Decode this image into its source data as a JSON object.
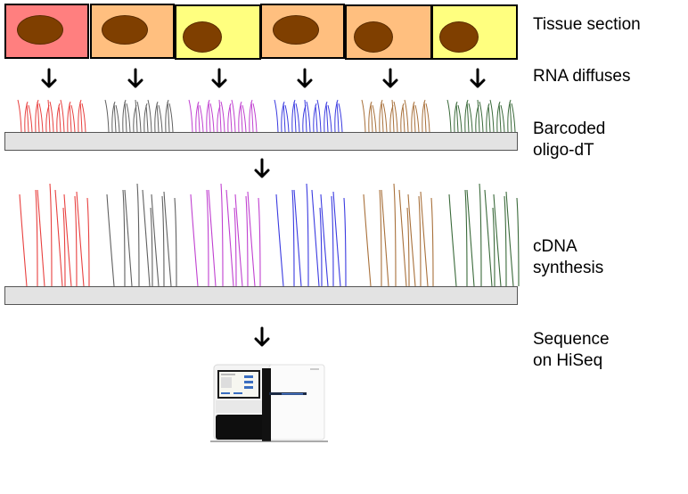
{
  "title": "Spatial transcriptomics workflow",
  "steps": [
    {
      "id": "tissue",
      "label": "Tissue section"
    },
    {
      "id": "diffuse",
      "label": "RNA diffuses"
    },
    {
      "id": "oligo",
      "label": "Barcoded\noligo-dT"
    },
    {
      "id": "cdna",
      "label": "cDNA\nsynthesis"
    },
    {
      "id": "sequence",
      "label": "Sequence\non HiSeq"
    }
  ],
  "cells": [
    {
      "color": "#ff7f7f",
      "nucleus": "oval"
    },
    {
      "color": "#ffbf7f",
      "nucleus": "oval"
    },
    {
      "color": "#ffff7f",
      "nucleus": "round"
    },
    {
      "color": "#ffbf7f",
      "nucleus": "oval"
    },
    {
      "color": "#ffbf7f",
      "nucleus": "round"
    },
    {
      "color": "#ffff7f",
      "nucleus": "round"
    }
  ],
  "barcode_colors": [
    "#e8403f",
    "#606060",
    "#c040d0",
    "#3a3ae0",
    "#a8703a",
    "#3a6a3a"
  ],
  "nucleus_color": "#7f3f00",
  "slide_color": "#e3e3e3",
  "instrument": "HiSeq sequencer"
}
